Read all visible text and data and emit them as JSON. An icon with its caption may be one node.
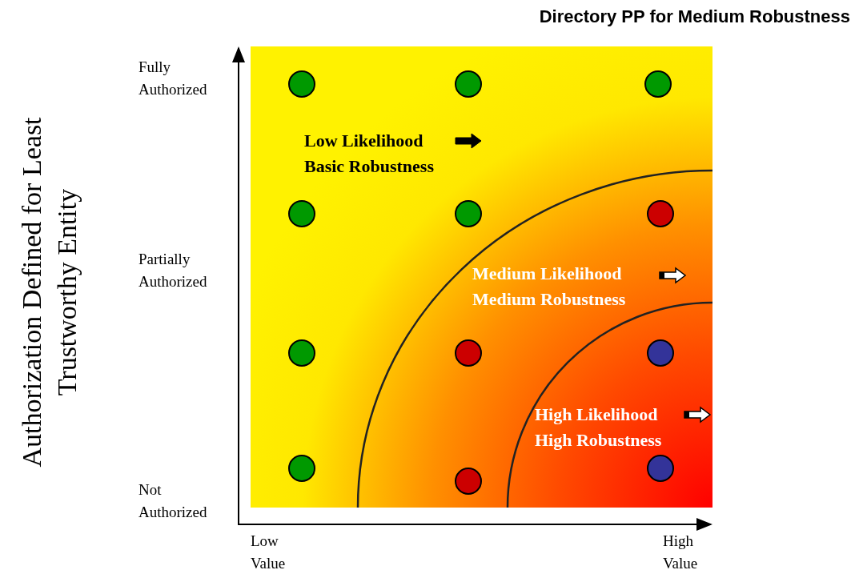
{
  "diagram": {
    "title": "Directory PP for Medium Robustness",
    "labels": [
      "Authorization Defined for Least Trustworthy Entity",
      "Fully Authorized",
      "Low Likelihood",
      "Basic Robustness",
      "Partially Authorized",
      "Medium Likelihood",
      "Medium Robustness",
      "High Likelihood",
      "High Robustness",
      "Not Authorized",
      "Low Value",
      "High Value"
    ]
  }
}
